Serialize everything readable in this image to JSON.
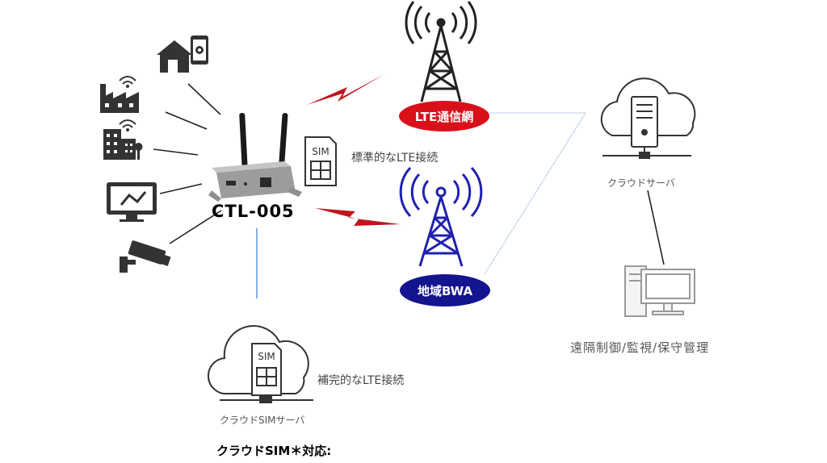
{
  "device": {
    "name": "CTL-005"
  },
  "connections": {
    "standard_label": "標準的なLTE接続",
    "complementary_label": "補完的なLTE接続"
  },
  "networks": {
    "lte": {
      "label": "LTE通信網",
      "color": "#d9101a"
    },
    "bwa": {
      "label": "地域BWA",
      "color": "#14148e"
    }
  },
  "cloud_server": {
    "label": "クラウドサーバ"
  },
  "remote_management": {
    "label": "遠隔制御/監視/保守管理"
  },
  "cloud_sim_server": {
    "label": "クラウドSIMサーバ"
  },
  "sim_card": {
    "text": "SIM"
  },
  "footer": {
    "text": "クラウドSIM＊対応:"
  },
  "endpoints": [
    "smart-home-icon",
    "factory-icon",
    "building-icon",
    "monitor-icon",
    "camera-icon"
  ],
  "colors": {
    "accent_red": "#c0141c",
    "link_blue": "#6a9ed8",
    "tower_blue": "#2020b0"
  }
}
